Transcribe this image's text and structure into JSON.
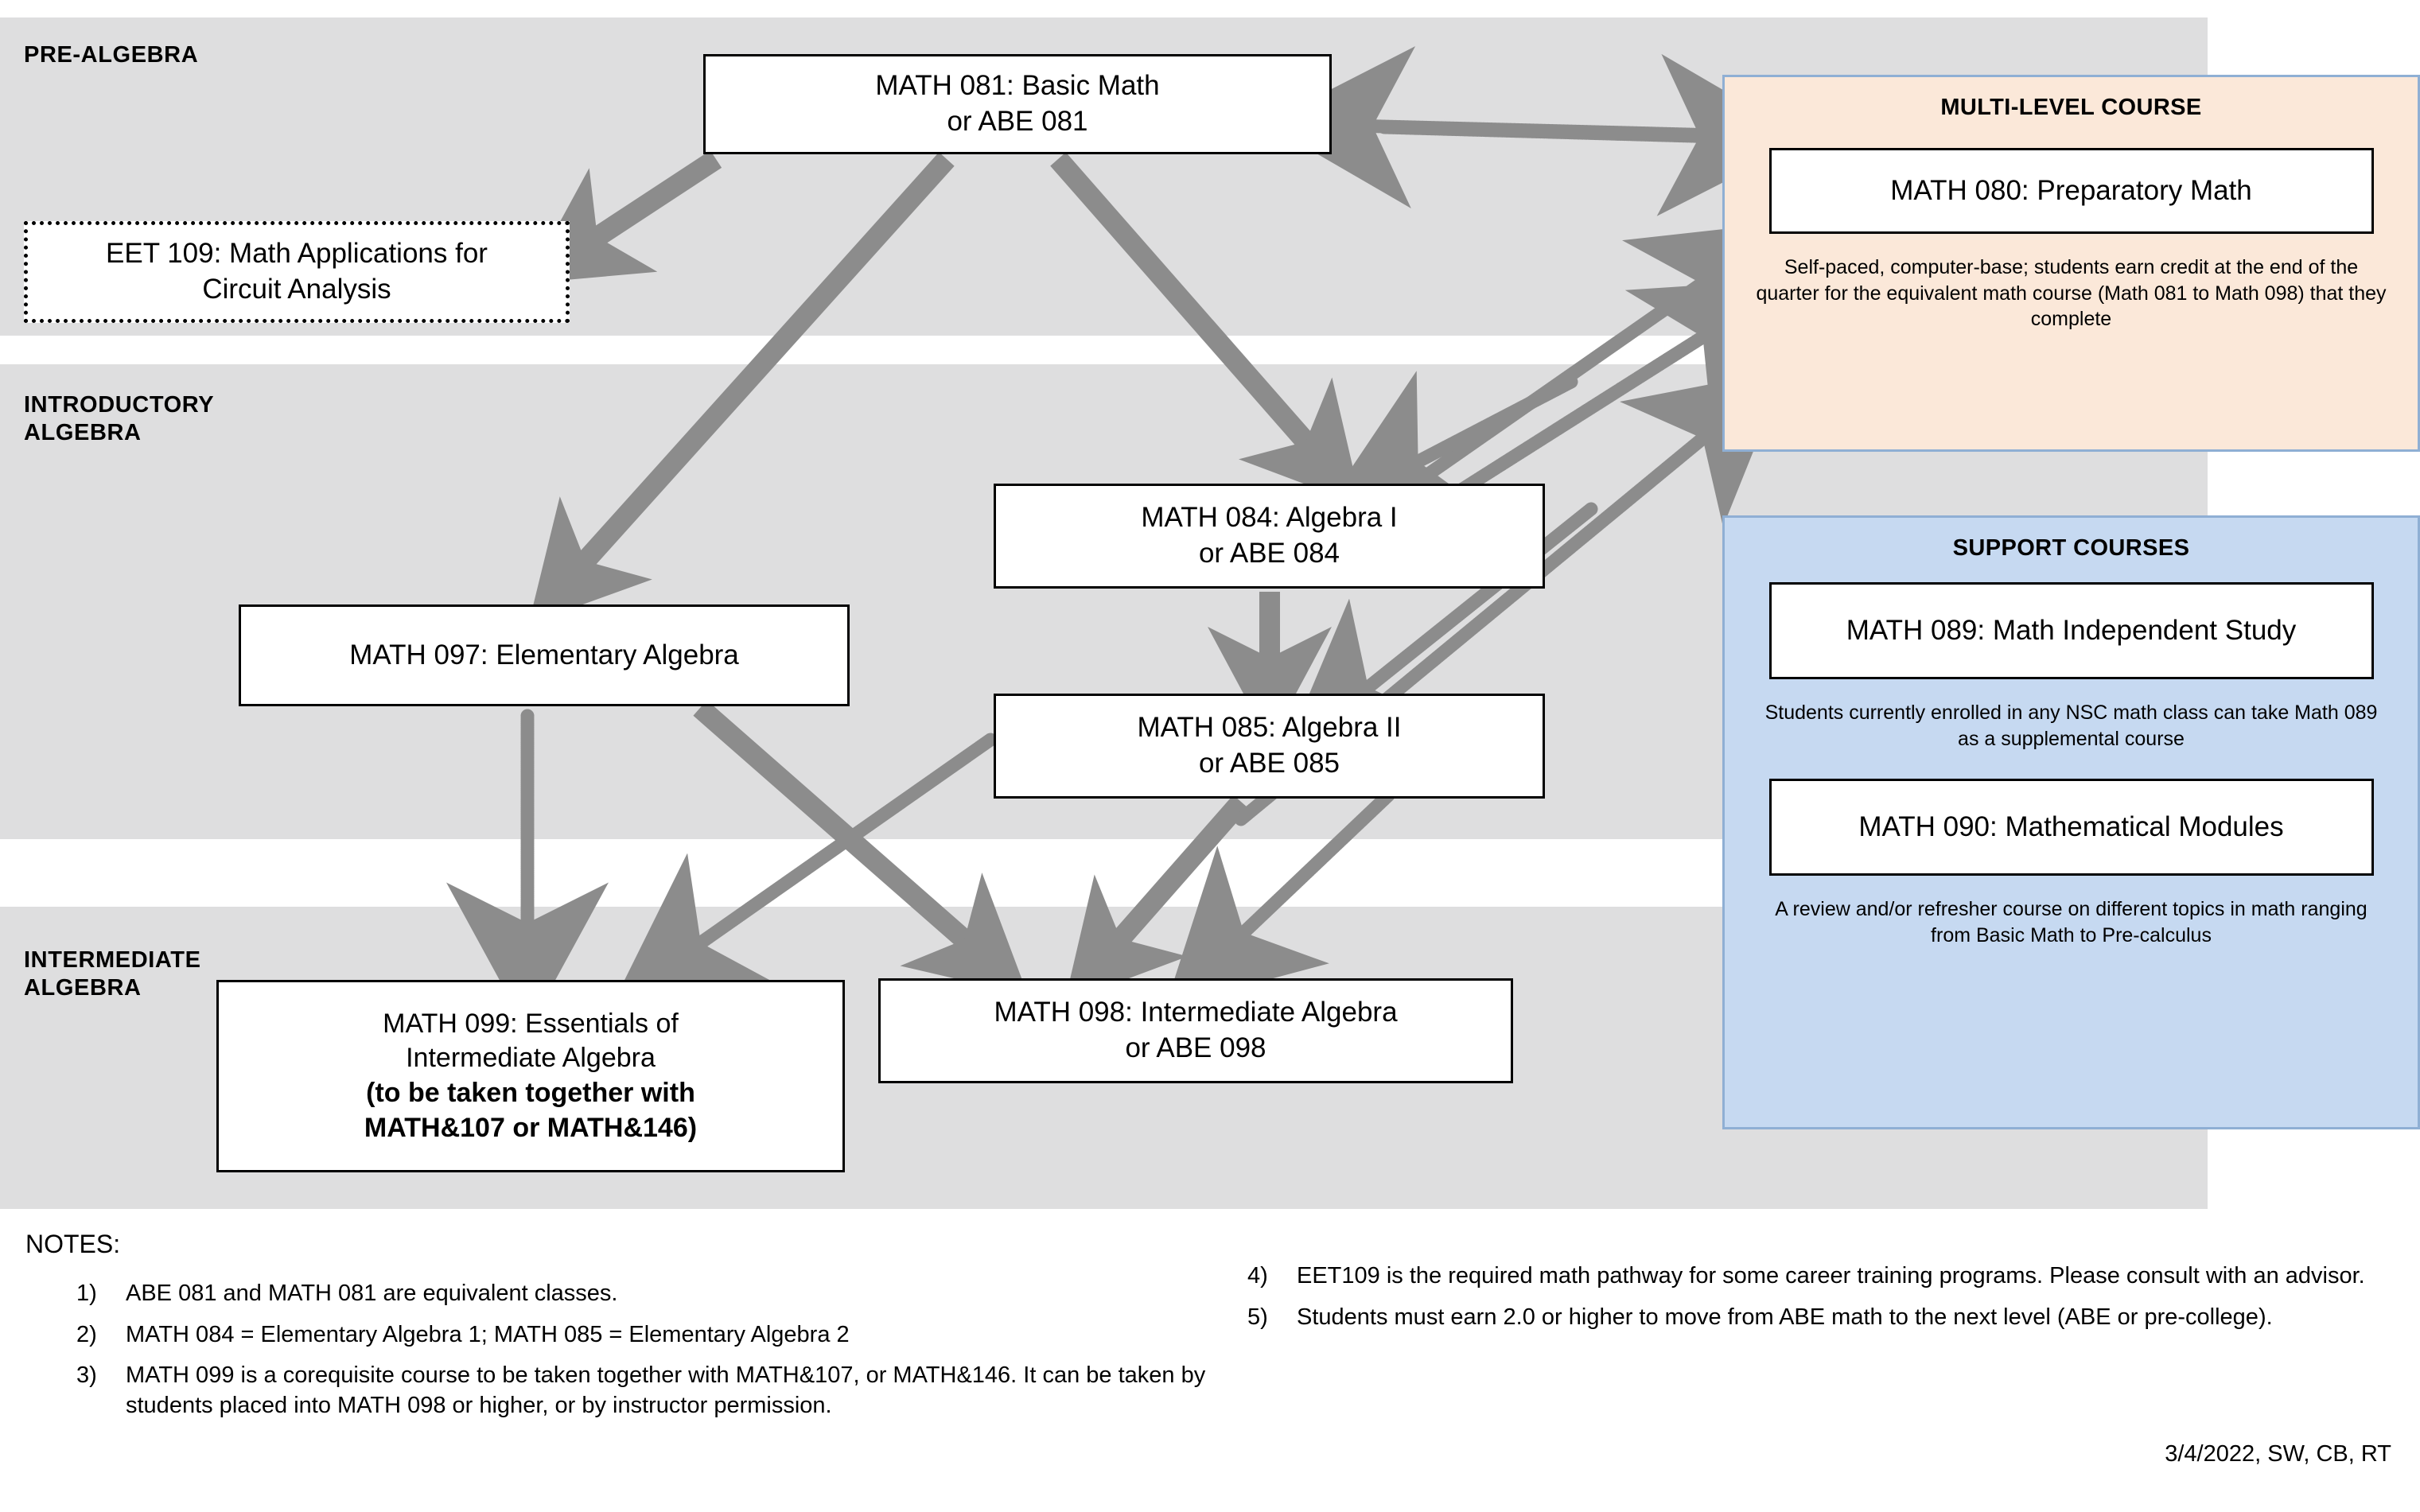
{
  "bands": [
    {
      "key": "pre",
      "label": "PRE-ALGEBRA"
    },
    {
      "key": "intro",
      "label": "INTRODUCTORY\nALGEBRA"
    },
    {
      "key": "inter",
      "label": "INTERMEDIATE\nALGEBRA"
    }
  ],
  "nodes": {
    "math081": {
      "line1": "MATH 081: Basic Math",
      "line2": "or ABE 081"
    },
    "eet109": {
      "line1": "EET 109: Math Applications for",
      "line2": "Circuit Analysis"
    },
    "math097": {
      "line1": "MATH 097: Elementary Algebra",
      "line2": ""
    },
    "math084": {
      "line1": "MATH 084: Algebra I",
      "line2": "or ABE 084"
    },
    "math085": {
      "line1": "MATH 085: Algebra II",
      "line2": "or ABE 085"
    },
    "math098": {
      "line1": "MATH 098: Intermediate Algebra",
      "line2": "or ABE 098"
    },
    "math099": {
      "line1": "MATH 099: Essentials of",
      "line2": "Intermediate Algebra",
      "line3": "(to be taken together with",
      "line4": "MATH&107 or MATH&146)"
    }
  },
  "panels": {
    "multi": {
      "title": "MULTI-LEVEL COURSE",
      "course": "MATH 080: Preparatory Math",
      "note": "Self-paced, computer-base; students earn credit at the end of the quarter for the equivalent math course (Math 081 to Math 098) that they complete"
    },
    "support": {
      "title": "SUPPORT COURSES",
      "course1_line1": "MATH 089:",
      "course1_line2": "Math Independent Study",
      "note1": "Students currently enrolled in any NSC math class can take Math 089 as a supplemental course",
      "course2_line1": "MATH 090:",
      "course2_line2": "Mathematical Modules",
      "note2": "A review and/or refresher course on different topics in math ranging from Basic Math to Pre-calculus"
    }
  },
  "notes": {
    "title": "NOTES:",
    "left": [
      {
        "num": "1)",
        "text": "ABE 081 and MATH 081 are equivalent classes."
      },
      {
        "num": "2)",
        "text": "MATH 084 = Elementary Algebra 1; MATH 085 = Elementary Algebra 2"
      },
      {
        "num": "3)",
        "text": "MATH 099 is a corequisite course to be taken together with MATH&107, or MATH&146. It can be taken by students placed into MATH 098 or higher, or by instructor permission."
      }
    ],
    "right": [
      {
        "num": "4)",
        "text": "EET109 is the required math pathway for some career training programs.  Please consult with an advisor."
      },
      {
        "num": "5)",
        "text": "Students must earn 2.0 or higher to move from ABE math to the next level (ABE or pre-college)."
      }
    ],
    "credit": "3/4/2022, SW, CB, RT"
  },
  "colors": {
    "band": "#dededf",
    "multi_panel_fill": "#fbe8d9",
    "support_panel_fill": "#c6d9f1",
    "panel_border": "#8fafd4",
    "arrow": "#8c8c8c",
    "node_border": "#000000"
  }
}
